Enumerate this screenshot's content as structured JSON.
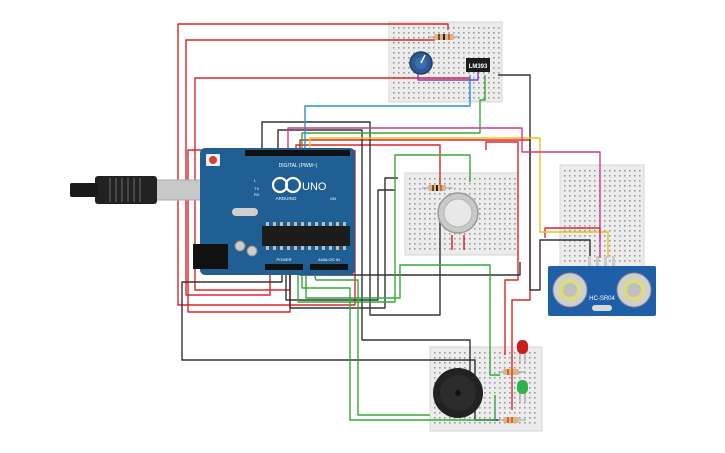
{
  "arduino": {
    "brand": "ARDUINO",
    "model": "UNO",
    "digital_label": "DIGITAL (PWM~)",
    "analog_label": "ANALOG IN",
    "power_label": "POWER",
    "tx_label": "TX",
    "rx_label": "RX",
    "l_label": "L",
    "on_label": "ON"
  },
  "comparator": {
    "label": "LM393"
  },
  "ultrasonic": {
    "label": "HC-SR04"
  },
  "colors": {
    "wire_red": "#d8262b",
    "wire_black": "#333333",
    "wire_green": "#36a83a",
    "wire_blue": "#2e8fd8",
    "wire_yellow": "#e8c21a",
    "wire_magenta": "#cc3b8f",
    "wire_purple": "#8a3bb8",
    "board_blue": "#1f5f94",
    "sensor_blue": "#1d5fa8",
    "breadboard": "#ececec"
  }
}
